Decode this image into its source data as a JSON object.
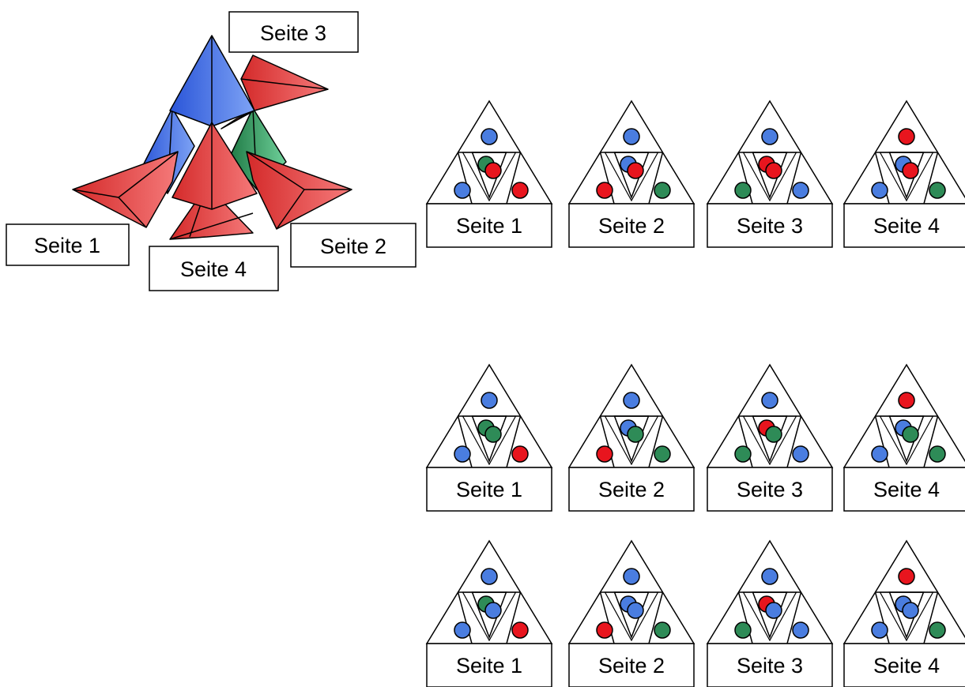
{
  "colors": {
    "blue": "#4a7de0",
    "red": "#e8151e",
    "green": "#2e8b57",
    "pyramid_blue": "#3f6fe8",
    "pyramid_red": "#e63b3b",
    "pyramid_green": "#3aa06a"
  },
  "model_labels": {
    "side1": "Seite 1",
    "side2": "Seite 2",
    "side3": "Seite 3",
    "side4": "Seite 4"
  },
  "rows": [
    {
      "panels": [
        {
          "label": "Seite 1",
          "top": "blue",
          "left": "blue",
          "right": "red",
          "center_back": "green",
          "center_front": "red"
        },
        {
          "label": "Seite 2",
          "top": "blue",
          "left": "red",
          "right": "green",
          "center_back": "blue",
          "center_front": "red"
        },
        {
          "label": "Seite 3",
          "top": "blue",
          "left": "green",
          "right": "blue",
          "center_back": "red",
          "center_front": "red"
        },
        {
          "label": "Seite 4",
          "top": "red",
          "left": "blue",
          "right": "green",
          "center_back": "blue",
          "center_front": "red"
        }
      ]
    },
    {
      "panels": [
        {
          "label": "Seite 1",
          "top": "blue",
          "left": "blue",
          "right": "red",
          "center_back": "green",
          "center_front": "green"
        },
        {
          "label": "Seite 2",
          "top": "blue",
          "left": "red",
          "right": "green",
          "center_back": "blue",
          "center_front": "green"
        },
        {
          "label": "Seite 3",
          "top": "blue",
          "left": "green",
          "right": "blue",
          "center_back": "red",
          "center_front": "green"
        },
        {
          "label": "Seite 4",
          "top": "red",
          "left": "blue",
          "right": "green",
          "center_back": "blue",
          "center_front": "green"
        }
      ]
    },
    {
      "panels": [
        {
          "label": "Seite 1",
          "top": "blue",
          "left": "blue",
          "right": "red",
          "center_back": "green",
          "center_front": "blue"
        },
        {
          "label": "Seite 2",
          "top": "blue",
          "left": "red",
          "right": "green",
          "center_back": "blue",
          "center_front": "blue"
        },
        {
          "label": "Seite 3",
          "top": "blue",
          "left": "green",
          "right": "blue",
          "center_back": "red",
          "center_front": "blue"
        },
        {
          "label": "Seite 4",
          "top": "red",
          "left": "blue",
          "right": "green",
          "center_back": "blue",
          "center_front": "blue"
        }
      ]
    }
  ]
}
